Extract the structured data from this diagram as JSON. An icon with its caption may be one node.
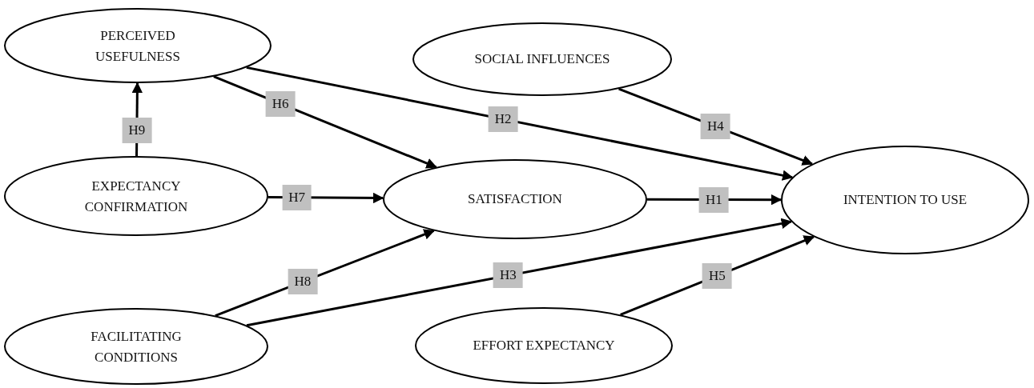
{
  "diagram": {
    "nodes": [
      {
        "text": [
          "PERCEIVED USEFULNESS"
        ]
      },
      {
        "text": [
          "SOCIAL INFLUENCES"
        ]
      },
      {
        "text": [
          "EXPECTANCY CONFIRMATION"
        ]
      },
      {
        "text": [
          "SATISFACTION"
        ]
      },
      {
        "text": [
          "INTENTION TO USE"
        ]
      },
      {
        "text": [
          "FACILITATING CONDITIONS"
        ]
      },
      {
        "text": [
          "EFFORT EXPECTANCY"
        ]
      }
    ],
    "edges": [
      {
        "from": 3,
        "to": 4,
        "arrow": "to",
        "label": "H1"
      },
      {
        "from": 0,
        "to": 4,
        "arrow": "to",
        "label": "H2"
      },
      {
        "from": 5,
        "to": 4,
        "arrow": "to",
        "label": "H3"
      },
      {
        "from": 1,
        "to": 4,
        "arrow": "to",
        "label": "H4"
      },
      {
        "from": 6,
        "to": 4,
        "arrow": "to",
        "label": "H5"
      },
      {
        "from": 0,
        "to": 3,
        "arrow": "to",
        "label": "H6"
      },
      {
        "from": 2,
        "to": 3,
        "arrow": "to",
        "label": "H7"
      },
      {
        "from": 5,
        "to": 3,
        "arrow": "to",
        "label": "H8"
      },
      {
        "from": 2,
        "to": 0,
        "arrow": "to",
        "label": "H9"
      }
    ]
  }
}
